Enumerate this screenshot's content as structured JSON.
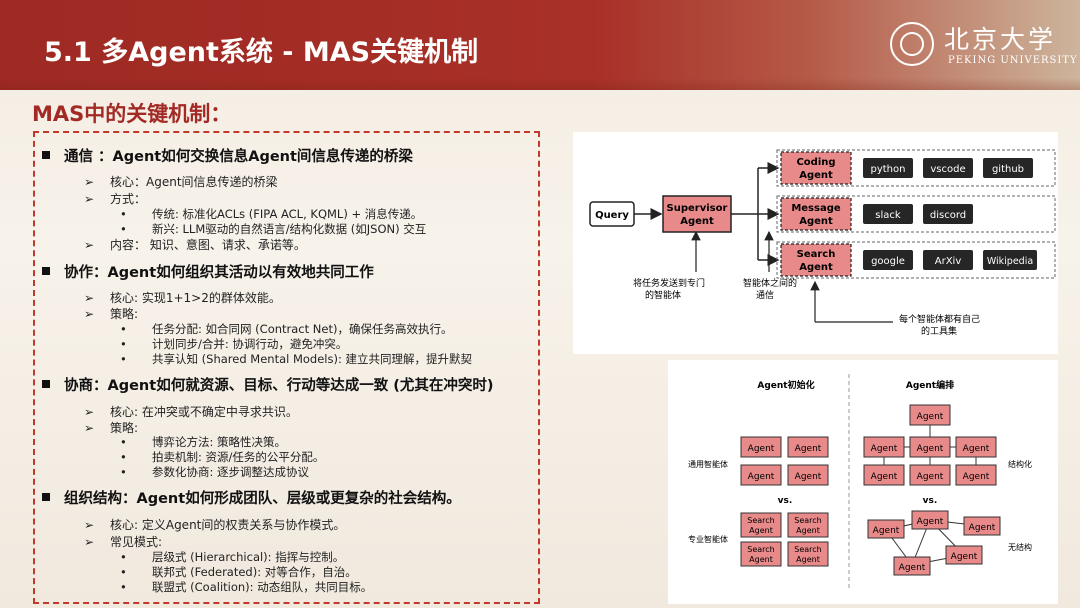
{
  "header": {
    "title": "5.1 多Agent系统 - MAS关键机制",
    "logo_text": "北京大学",
    "logo_sub": "PEKING UNIVERSITY"
  },
  "subtitle": "MAS中的关键机制：",
  "sections": [
    {
      "title": "通信 ：Agent如何交换信息Agent间信息传递的桥梁",
      "items": [
        {
          "text": "核心：Agent间信息传递的桥梁",
          "children": []
        },
        {
          "text": "方式：",
          "children": [
            "传统: 标准化ACLs (FIPA ACL, KQML) + 消息传递。",
            "新兴: LLM驱动的自然语言/结构化数据 (如JSON) 交互"
          ]
        },
        {
          "text": "内容： 知识、意图、请求、承诺等。",
          "children": []
        }
      ]
    },
    {
      "title": "协作：Agent如何组织其活动以有效地共同工作",
      "items": [
        {
          "text": "核心: 实现1+1>2的群体效能。",
          "children": []
        },
        {
          "text": "策略:",
          "children": [
            "任务分配: 如合同网 (Contract Net)，确保任务高效执行。",
            "计划同步/合并: 协调行动，避免冲突。",
            "共享认知 (Shared Mental Models): 建立共同理解，提升默契"
          ]
        }
      ]
    },
    {
      "title": "协商：Agent如何就资源、目标、行动等达成一致 (尤其在冲突时)",
      "items": [
        {
          "text": "核心: 在冲突或不确定中寻求共识。",
          "children": []
        },
        {
          "text": "策略:",
          "children": [
            "博弈论方法: 策略性决策。",
            "拍卖机制: 资源/任务的公平分配。",
            "参数化协商: 逐步调整达成协议"
          ]
        }
      ]
    },
    {
      "title": "组织结构：Agent如何形成团队、层级或更复杂的社会结构。",
      "items": [
        {
          "text": "核心: 定义Agent间的权责关系与协作模式。",
          "children": []
        },
        {
          "text": "常见模式:",
          "children": [
            "层级式 (Hierarchical): 指挥与控制。",
            "联邦式 (Federated): 对等合作，自治。",
            "联盟式 (Coalition): 动态组队，共同目标。"
          ]
        }
      ]
    }
  ],
  "diagram1": {
    "query": "Query",
    "supervisor": [
      "Supervisor",
      "Agent"
    ],
    "agents": [
      [
        "Coding",
        "Agent"
      ],
      [
        "Message",
        "Agent"
      ],
      [
        "Search",
        "Agent"
      ]
    ],
    "tools": [
      [
        "python",
        "vscode",
        "github"
      ],
      [
        "slack",
        "discord"
      ],
      [
        "google",
        "ArXiv",
        "Wikipedia"
      ]
    ],
    "ann1": [
      "将任务发送到专门",
      "的智能体"
    ],
    "ann2": [
      "智能体之间的",
      "通信"
    ],
    "ann3": [
      "每个智能体都有自己",
      "的工具集"
    ]
  },
  "diagram2": {
    "left_title": "Agent初始化",
    "right_title": "Agent编排",
    "agent": "Agent",
    "search_agent": [
      "Search",
      "Agent"
    ],
    "general": "通用智能体",
    "special": "专业智能体",
    "structured": "结构化",
    "unstructured": "无结构",
    "vs": "vs."
  },
  "colors": {
    "brand_red": "#a32a24",
    "agent_fill": "#e8898a",
    "tool_fill": "#262626"
  }
}
